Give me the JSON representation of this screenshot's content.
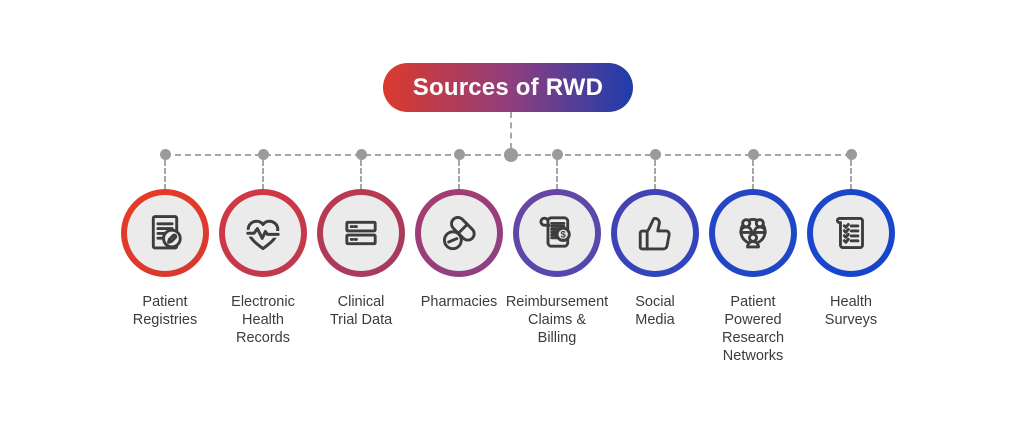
{
  "title": {
    "label": "Sources of RWD"
  },
  "colors": {
    "background": "#FFFFFF",
    "pill_left": "#DB3A2C",
    "pill_mid": "#8E3E7F",
    "pill_right": "#1E3DAC",
    "title_text": "#FFFFFF",
    "connector": "#A6A6A6",
    "dot": "#9B9B9B",
    "circle_fill": "#EBEBEB",
    "icon_stroke": "#3D3D3D",
    "label_text": "#3C3C3C"
  },
  "nodes": [
    {
      "label": "Patient\nRegistries",
      "icon": "document-pencil-icon",
      "ring_from": "#E73B25",
      "ring_to": "#D83831"
    },
    {
      "label": "Electronic\nHealth\nRecords",
      "icon": "heart-pulse-icon",
      "ring_from": "#D33840",
      "ring_to": "#BE3950"
    },
    {
      "label": "Clinical\nTrial Data",
      "icon": "server-icon",
      "ring_from": "#BC3A4C",
      "ring_to": "#A33B62"
    },
    {
      "label": "Pharmacies",
      "icon": "pills-icon",
      "ring_from": "#A63C6D",
      "ring_to": "#8B4186"
    },
    {
      "label": "Reimbursement\nClaims &\nBilling",
      "icon": "receipt-dollar-icon",
      "ring_from": "#6C46A2",
      "ring_to": "#4F48B1"
    },
    {
      "label": "Social\nMedia",
      "icon": "thumbs-up-icon",
      "ring_from": "#4742B2",
      "ring_to": "#2B46C0"
    },
    {
      "label": "Patient\nPowered\nResearch\nNetworks",
      "icon": "people-network-icon",
      "ring_from": "#2646C3",
      "ring_to": "#1B47C9"
    },
    {
      "label": "Health\nSurveys",
      "icon": "checklist-icon",
      "ring_from": "#1C47C9",
      "ring_to": "#1545CE"
    }
  ]
}
